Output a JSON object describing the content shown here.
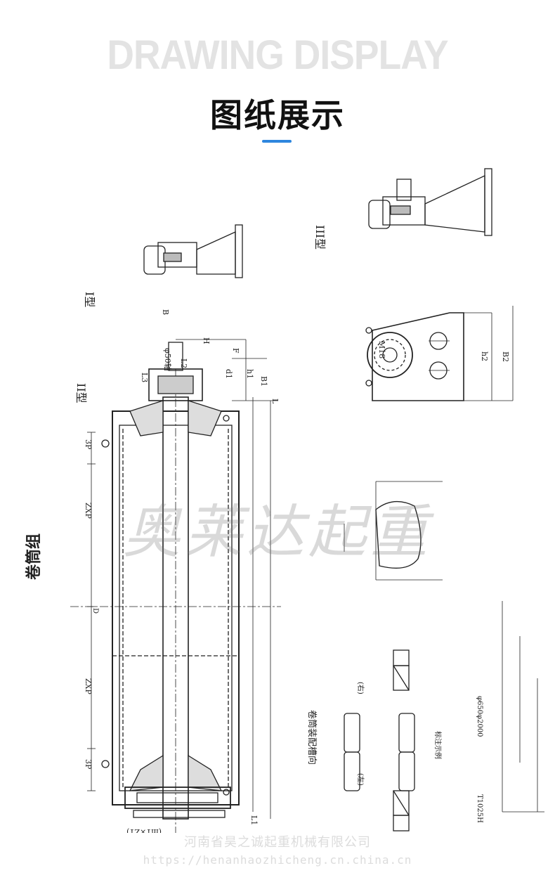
{
  "header": {
    "title_en": "DRAWING DISPLAY",
    "title_cn": "图纸展示"
  },
  "drawing": {
    "side_title": "卷筒组",
    "type_1": "I型",
    "type_2": "II型",
    "type_3": "III型",
    "dim_h": "H",
    "dim_b": "B",
    "dim_f": "F",
    "dim_h1": "h1",
    "dim_b1": "B1",
    "dim_d1": "d1",
    "dim_l1": "L1",
    "dim_l2": "L2",
    "dim_l3": "L3",
    "dim_l": "L",
    "dim_h2": "h2",
    "dim_b2": "B2",
    "dim_d": "D",
    "dim_3p": "3P",
    "dim_zxp": "ZXP",
    "dim_ms": "M18",
    "dim_phi": "φ50轴",
    "dim_lead": "(m1×Z1)",
    "groove_title": "卷筒装配槽向",
    "left_label": "(左)",
    "right_label": "(右)",
    "spec": "φ650φ2000",
    "code": "T1025H",
    "note": "标注示例"
  },
  "watermark": "奥莱达起重",
  "footer": {
    "company": "河南省昊之诚起重机械有限公司",
    "url": "https://henanhaozhicheng.cn.china.cn"
  }
}
